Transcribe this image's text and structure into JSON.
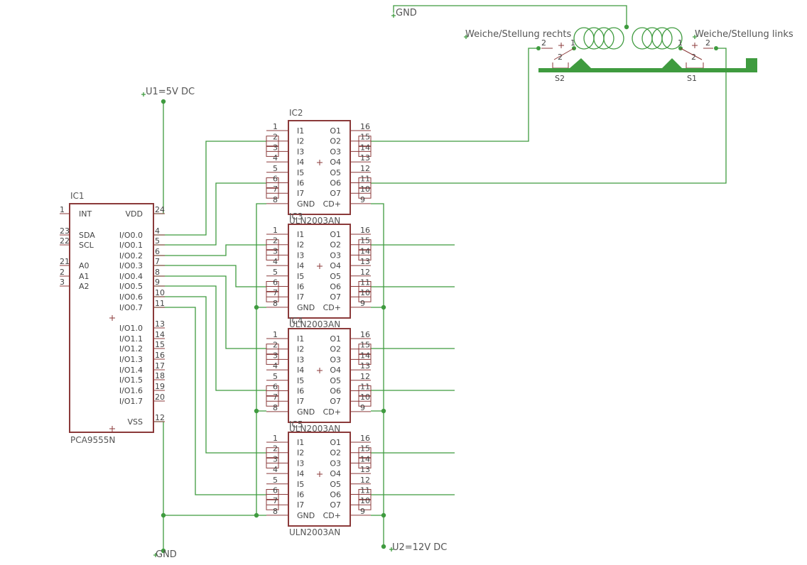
{
  "nets": {
    "gnd_top": "GND",
    "gnd_bottom": "GND",
    "u1": "U1=5V DC",
    "u2": "U2=12V DC",
    "right_label": "Weiche/Stellung rechts",
    "left_label": "Weiche/Stellung links"
  },
  "switches": {
    "s1": "S1",
    "s2": "S2"
  },
  "ic1": {
    "ref": "IC1",
    "value": "PCA9555N",
    "left_pins": [
      {
        "num": "1",
        "name": "INT"
      },
      {
        "num": "23",
        "name": "SDA"
      },
      {
        "num": "22",
        "name": "SCL"
      },
      {
        "num": "21",
        "name": "A0"
      },
      {
        "num": "2",
        "name": "A1"
      },
      {
        "num": "3",
        "name": "A2"
      }
    ],
    "right_pins": [
      {
        "num": "24",
        "name": "VDD"
      },
      {
        "num": "4",
        "name": "I/O0.0"
      },
      {
        "num": "5",
        "name": "I/O0.1"
      },
      {
        "num": "6",
        "name": "I/O0.2"
      },
      {
        "num": "7",
        "name": "I/O0.3"
      },
      {
        "num": "8",
        "name": "I/O0.4"
      },
      {
        "num": "9",
        "name": "I/O0.5"
      },
      {
        "num": "10",
        "name": "I/O0.6"
      },
      {
        "num": "11",
        "name": "I/O0.7"
      },
      {
        "num": "13",
        "name": "I/O1.0"
      },
      {
        "num": "14",
        "name": "I/O1.1"
      },
      {
        "num": "15",
        "name": "I/O1.2"
      },
      {
        "num": "16",
        "name": "I/O1.3"
      },
      {
        "num": "17",
        "name": "I/O1.4"
      },
      {
        "num": "18",
        "name": "I/O1.5"
      },
      {
        "num": "19",
        "name": "I/O1.6"
      },
      {
        "num": "20",
        "name": "I/O1.7"
      },
      {
        "num": "12",
        "name": "VSS"
      }
    ]
  },
  "ulns": [
    {
      "ref": "IC2",
      "value": "ULN2003AN"
    },
    {
      "ref": "IC3",
      "value": "ULN2003AN"
    },
    {
      "ref": "IC4",
      "value": "ULN2003AN"
    },
    {
      "ref": "IC5",
      "value": "ULN2003AN"
    }
  ],
  "uln_pins": {
    "left_nums": [
      "1",
      "2",
      "3",
      "4",
      "5",
      "6",
      "7",
      "8"
    ],
    "left_names": [
      "I1",
      "I2",
      "I3",
      "I4",
      "I5",
      "I6",
      "I7",
      "GND"
    ],
    "right_nums": [
      "16",
      "15",
      "14",
      "13",
      "12",
      "11",
      "10",
      "9"
    ],
    "right_names": [
      "O1",
      "O2",
      "O3",
      "O4",
      "O5",
      "O6",
      "O7",
      "CD+"
    ]
  },
  "colors": {
    "part": "#8b3a3a",
    "wire": "#3f9b3f"
  }
}
